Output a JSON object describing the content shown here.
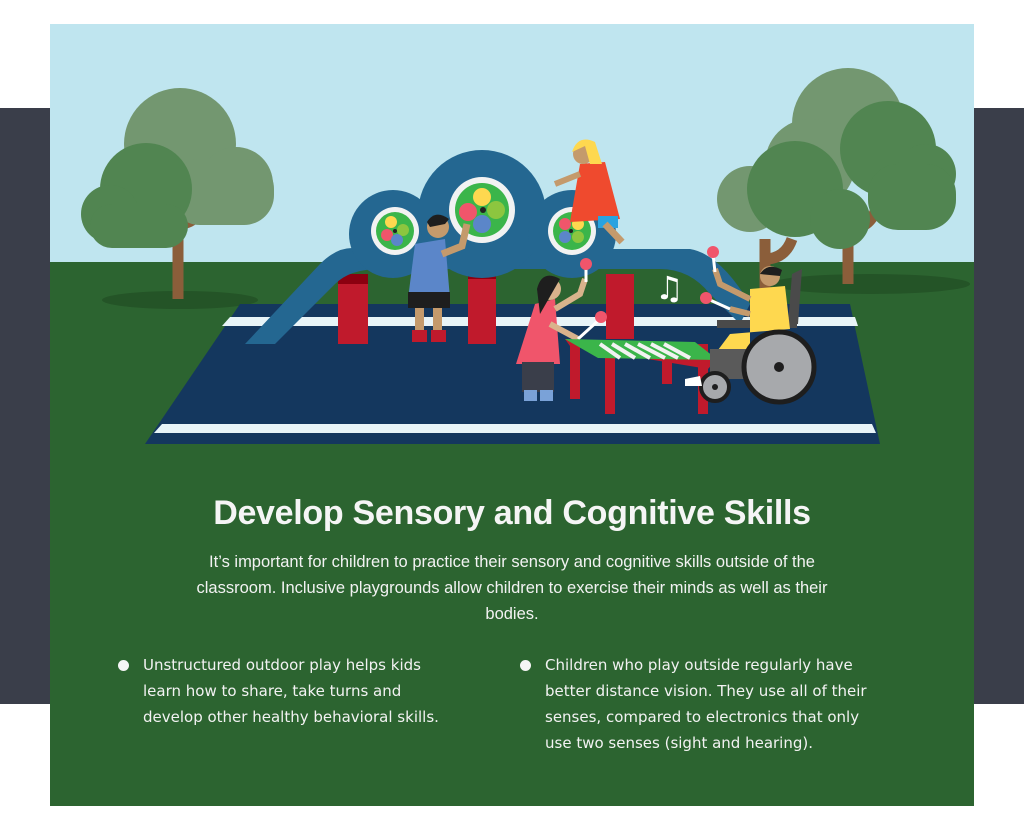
{
  "illustration": {
    "description": "Children playing on an inclusive playground: a child at a sensory spinner panel on a blue arch structure, a girl climbing on top, a girl playing an outdoor xylophone table, and a child in a wheelchair playing with mallets, with trees and a music-note glyph",
    "music_note": "♫",
    "colors": {
      "sky": "#bfe5ef",
      "grass": "#2c6430",
      "ground_shadow": "#245427",
      "court": "#14375e",
      "court_line": "#e8f4f8",
      "structure_blue": "#246791",
      "post_red": "#c01a2c",
      "tree_light": "#739770",
      "tree_dark": "#518551",
      "trunk": "#8b5e3a",
      "xylophone_green": "#3bb54a"
    }
  },
  "content": {
    "title": "Develop Sensory and Cognitive Skills",
    "intro": "It’s important for children to practice their sensory and cognitive skills outside of the classroom. Inclusive playgrounds allow children to exercise their minds as well as their bodies.",
    "bullets": [
      {
        "text": "Unstructured outdoor play helps kids learn how to share, take turns and develop other healthy behavioral skills."
      },
      {
        "text": "Children who play outside regularly have better distance vision. They use all of their senses, compared to electronics that only use two senses (sight and hearing)."
      }
    ]
  },
  "theme": {
    "page_bg": "#ffffff",
    "band_bg": "#3a3e4a",
    "card_bg": "#2c6430",
    "text": "#f2f2f2"
  }
}
